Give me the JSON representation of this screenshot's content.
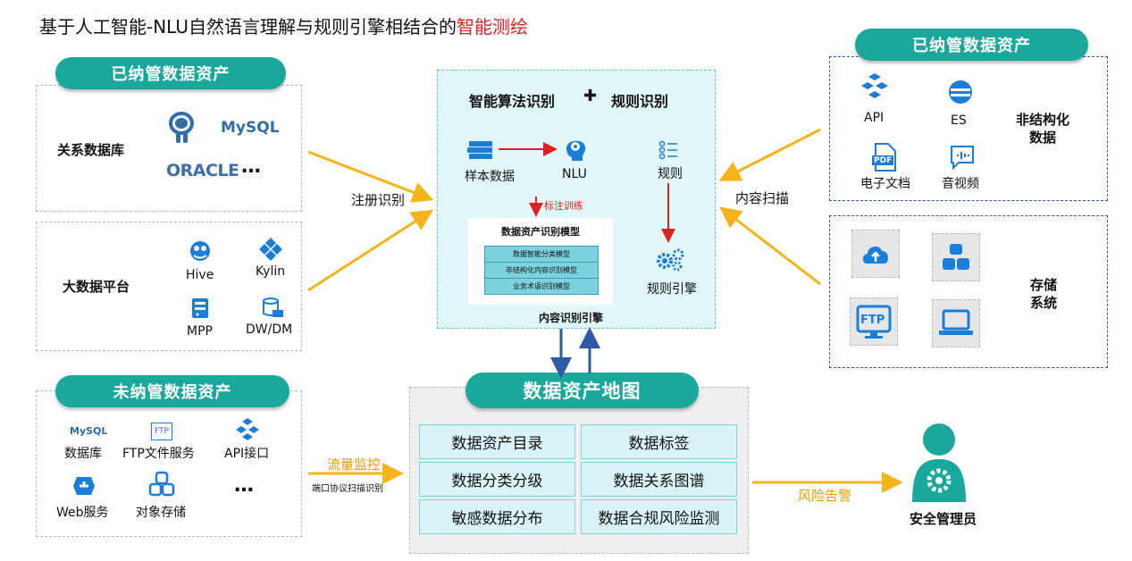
{
  "title": {
    "prefix": "基于人工智能-NLU自然语言理解与规则引擎相结合的",
    "highlight": "智能测绘"
  },
  "left": {
    "managed_pill": "已纳管数据资产",
    "relational_db": "关系数据库",
    "mysql": "MySQL",
    "oracle": "ORACLE",
    "ellipsis": "…",
    "bigdata": "大数据平台",
    "hive": "Hive",
    "kylin": "Kylin",
    "mpp": "MPP",
    "dwdm": "DW/DM",
    "unmanaged_pill": "未纳管数据资产",
    "db": "数据库",
    "ftp_service": "FTP文件服务",
    "api_port": "API接口",
    "web_service": "Web服务",
    "object_storage": "对象存储",
    "mysql_small": "MySQL",
    "ftp_small": "FTP"
  },
  "flows": {
    "register": "注册识别",
    "traffic": "流量监控",
    "port_scan": "端口协议扫描识别",
    "content_scan": "内容扫描",
    "risk_alert": "风险告警"
  },
  "center": {
    "heading_left": "智能算法识别",
    "plus": "✚",
    "heading_right": "规则识别",
    "sample_data": "样本数据",
    "nlu": "NLU",
    "rules": "规则",
    "label_train": "标注训练",
    "model_title": "数据资产识别模型",
    "model_rows": [
      "数据智能分类模型",
      "非结构化内容识别模型",
      "业务术语识别模型"
    ],
    "rule_engine": "规则引擎",
    "engine_label": "内容识别引擎"
  },
  "map": {
    "title": "数据资产地图",
    "cells": [
      "数据资产目录",
      "数据标签",
      "数据分类分级",
      "数据关系图谱",
      "敏感数据分布",
      "数据合规风险监测"
    ]
  },
  "right": {
    "managed_pill": "已纳管数据资产",
    "api": "API",
    "es": "ES",
    "pdf_doc": "电子文档",
    "pdf_badge": "PDF",
    "av": "音视频",
    "unstructured": [
      "非结构化",
      "数据"
    ],
    "storage": [
      "存储",
      "系统"
    ],
    "ftp_badge": "FTP"
  },
  "admin": {
    "label": "安全管理员"
  },
  "colors": {
    "teal": "#1aa89c",
    "blue": "#1a7dd8",
    "arrow_orange": "#f5b41a",
    "red": "#e02020",
    "navy": "#2f5aa5"
  }
}
